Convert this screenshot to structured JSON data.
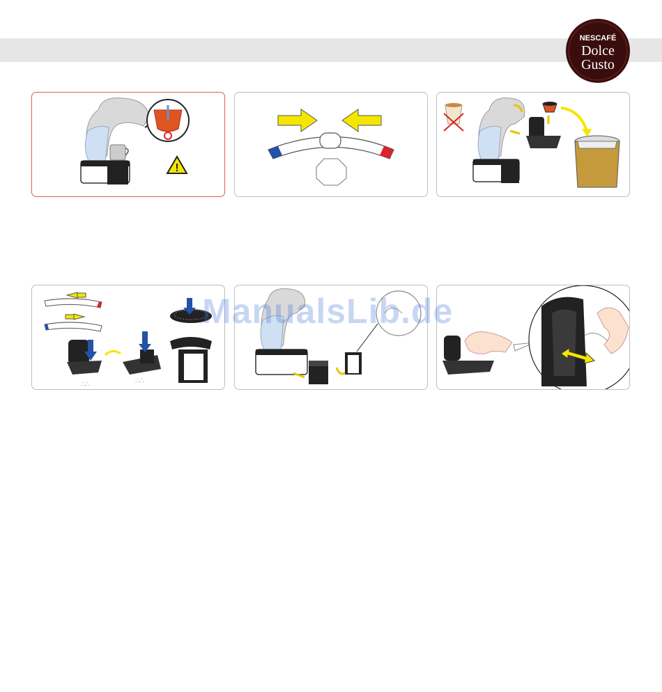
{
  "brand": {
    "line1": "NESCAFÉ",
    "line2": "Dolce",
    "line3": "Gusto"
  },
  "watermark": "ManualsLib.de",
  "colors": {
    "band": "#e6e6e6",
    "warning_border": "#e35a4f",
    "arrow_yellow": "#f5e600",
    "arrow_blue": "#2352a8",
    "machine_grey": "#d9d9d9",
    "machine_blue": "#cfe0f5",
    "logo_bg": "#3a0d0d"
  },
  "panels": [
    {
      "name": "panel-overheat-warning"
    },
    {
      "name": "panel-handle-slide"
    },
    {
      "name": "panel-empty-capsule"
    },
    {
      "name": "panel-clean-parts"
    },
    {
      "name": "panel-remove-drip-tray"
    },
    {
      "name": "panel-clean-needle"
    }
  ]
}
